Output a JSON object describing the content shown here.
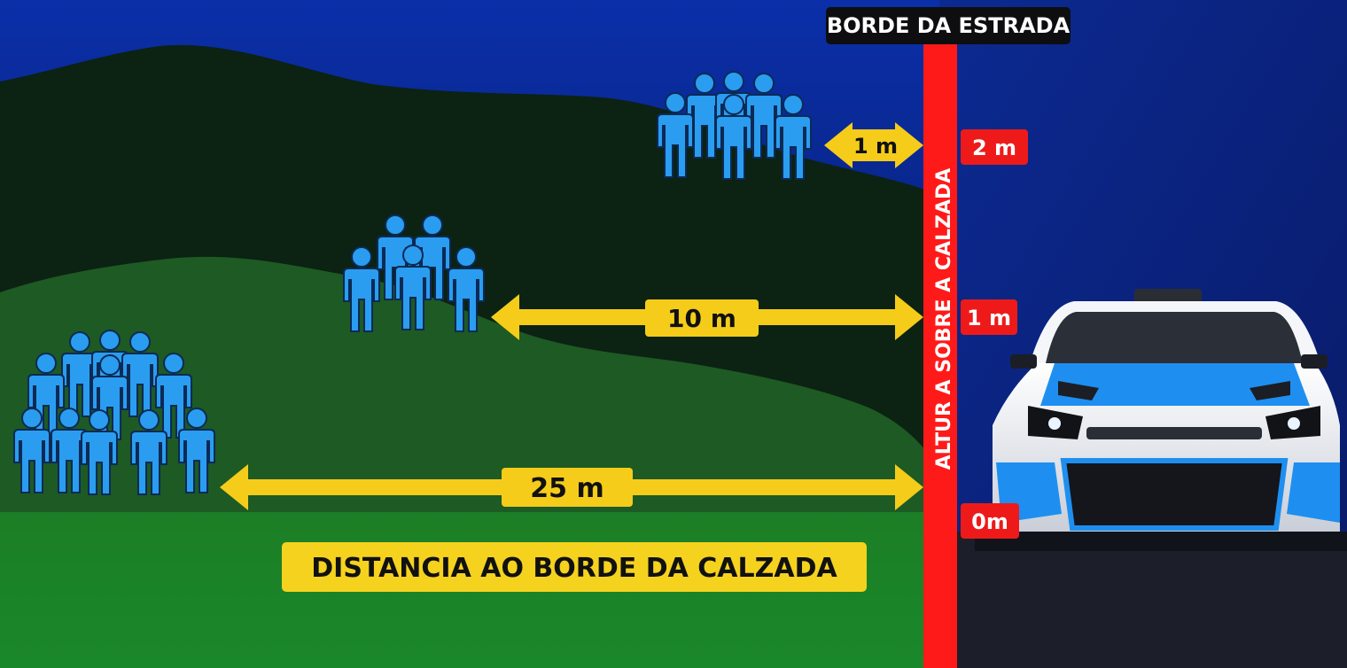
{
  "road_edge_label": "BORDE DA ESTRADA",
  "vertical_axis_label": "ALTUR A SOBRE A CALZADA",
  "horizontal_axis_label": "DISTANCIA AO BORDE DA CALZADA",
  "height_marks": [
    "2 m",
    "1 m",
    "0m"
  ],
  "distance_labels": [
    "1 m",
    "10 m",
    "25 m"
  ],
  "colors": {
    "sky_top": "#0a2a9c",
    "sky_bottom": "#08155a",
    "far_hill": "#0b2012",
    "mid_hill": "#1f5a24",
    "near_ground": "#1f8a2a",
    "road": "#1c1f2a",
    "edge_line": "#ff1a1a",
    "arrow": "#f5cc1a",
    "spectator": "#2a9df0",
    "car_accent": "#1e8ff0"
  },
  "icons": [
    "spectator-icon",
    "rally-car-icon",
    "double-arrow-icon"
  ]
}
